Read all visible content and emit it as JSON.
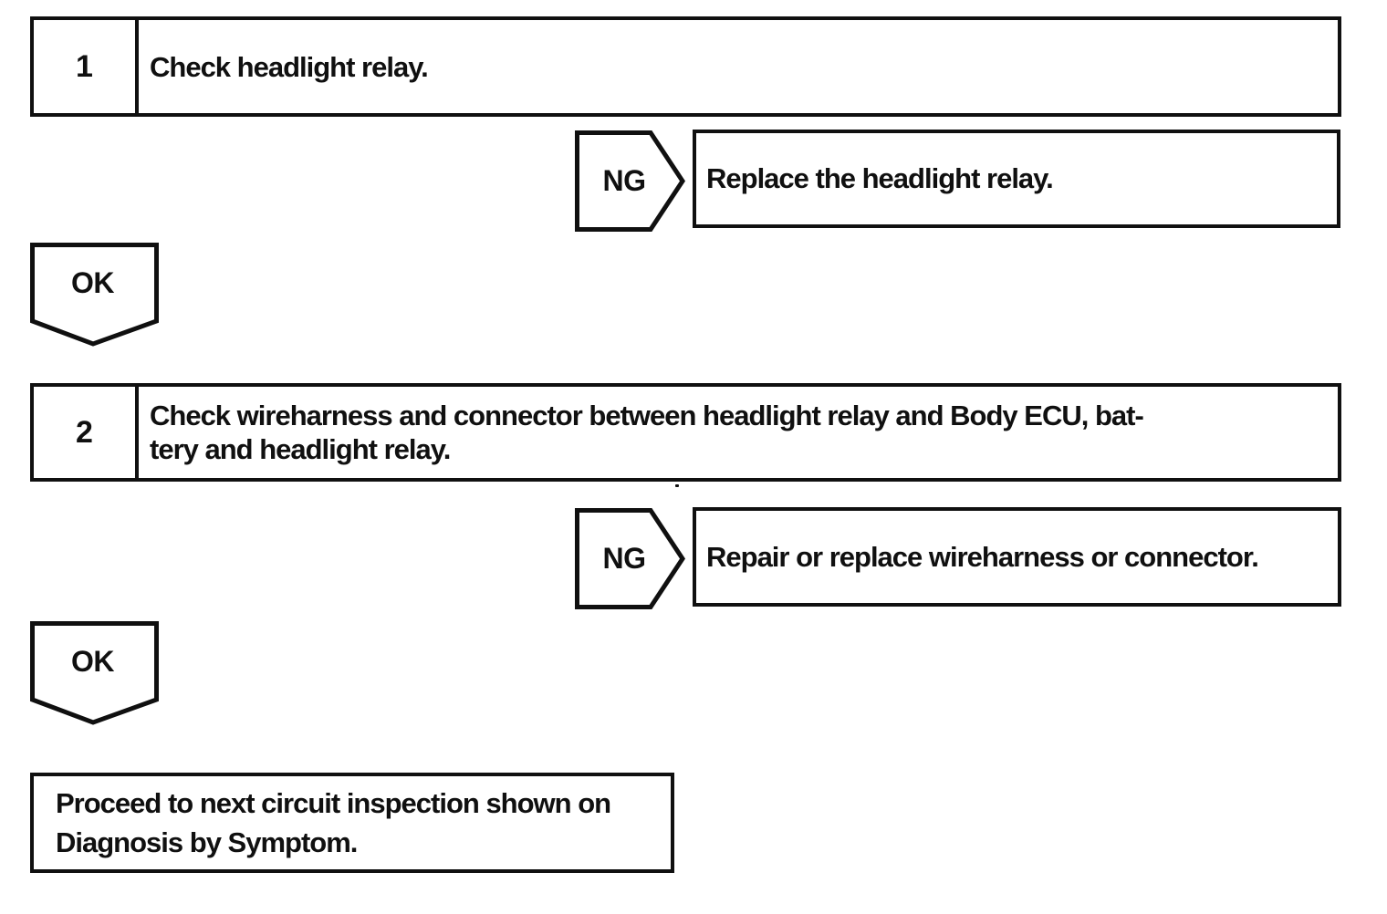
{
  "page": {
    "background": "#ffffff",
    "ink": "#101010"
  },
  "flowchart": {
    "steps": [
      {
        "number": "1",
        "instruction": "Check headlight relay.",
        "ng": {
          "label": "NG",
          "result": "Replace the headlight relay."
        },
        "ok": {
          "label": "OK"
        }
      },
      {
        "number": "2",
        "instruction": "Check wireharness and connector between headlight relay and Body ECU, bat-\ntery and headlight relay.",
        "ng": {
          "label": "NG",
          "result": "Repair or replace wireharness or connector."
        },
        "ok": {
          "label": "OK"
        }
      }
    ],
    "final_action": "Proceed to next circuit inspection shown on\nDiagnosis by Symptom."
  }
}
